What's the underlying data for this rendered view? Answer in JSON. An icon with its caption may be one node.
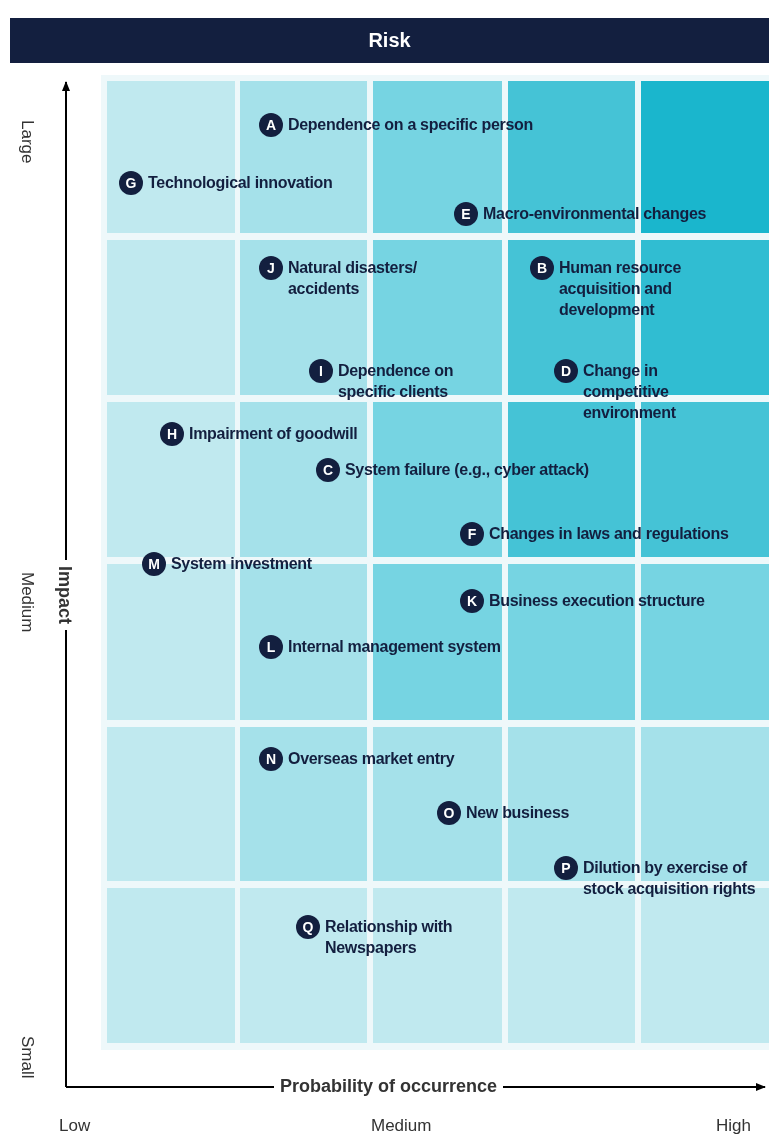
{
  "diagram": {
    "title": "Risk",
    "nodes": [
      {
        "text": [
          "A"
        ],
        "beside": [
          "Dependence on a specific person"
        ]
      },
      {
        "text": [
          "G"
        ],
        "beside": [
          "Technological innovation"
        ]
      },
      {
        "text": [
          "E"
        ],
        "beside": [
          "Macro-environmental changes"
        ]
      },
      {
        "text": [
          "J"
        ],
        "beside": [
          "Natural disasters/ accidents"
        ]
      },
      {
        "text": [
          "B"
        ],
        "beside": [
          "Human resource acquisition and development"
        ]
      },
      {
        "text": [
          "I"
        ],
        "beside": [
          "Dependence on specific clients"
        ]
      },
      {
        "text": [
          "D"
        ],
        "beside": [
          "Change in competitive environment"
        ]
      },
      {
        "text": [
          "H"
        ],
        "beside": [
          "Impairment of goodwill"
        ]
      },
      {
        "text": [
          "C"
        ],
        "beside": [
          "System failure (e.g., cyber attack)"
        ]
      },
      {
        "text": [
          "F"
        ],
        "beside": [
          "Changes in laws and regulations"
        ]
      },
      {
        "text": [
          "M"
        ],
        "beside": [
          "System investment"
        ]
      },
      {
        "text": [
          "K"
        ],
        "beside": [
          "Business execution structure"
        ]
      },
      {
        "text": [
          "L"
        ],
        "beside": [
          "Internal management system"
        ]
      },
      {
        "text": [
          "N"
        ],
        "beside": [
          "Overseas market entry"
        ]
      },
      {
        "text": [
          "O"
        ],
        "beside": [
          "New business"
        ]
      },
      {
        "text": [
          "P"
        ],
        "beside": [
          "Dilution by exercise of stock acquisition rights"
        ]
      },
      {
        "text": [
          "Q"
        ],
        "beside": [
          "Relationship with Newspapers"
        ]
      }
    ],
    "labels": [
      "Large",
      "Impact",
      "Medium",
      "Small",
      "Probability of occurrence",
      "Low",
      "Medium",
      "High"
    ]
  }
}
